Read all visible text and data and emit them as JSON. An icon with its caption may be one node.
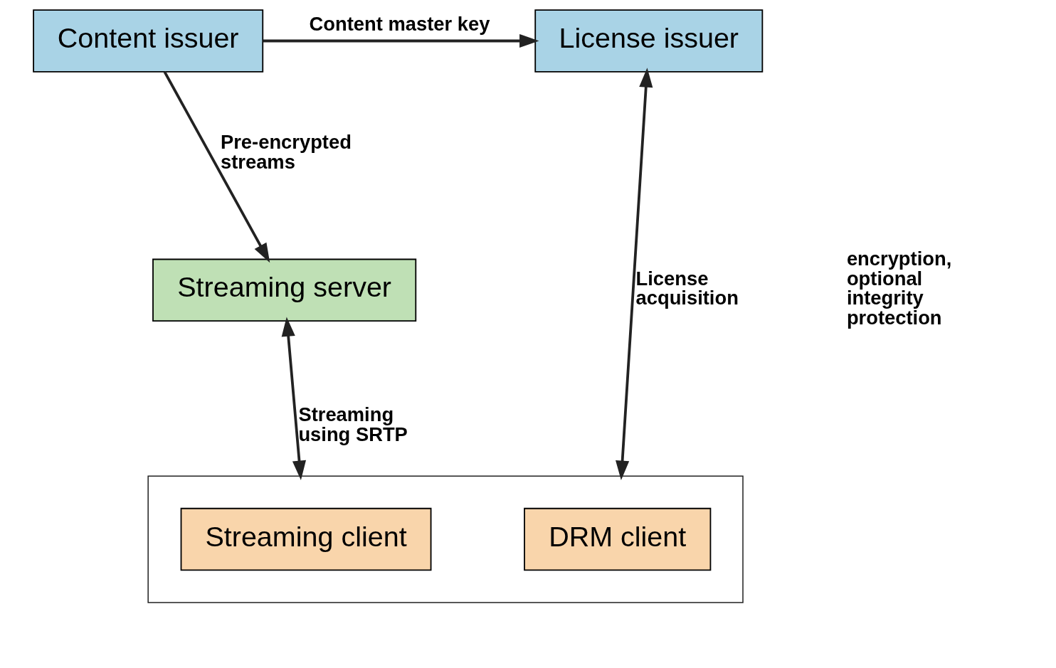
{
  "diagram": {
    "nodes": [
      {
        "text": [
          "Content issuer"
        ]
      },
      {
        "text": [
          "License issuer"
        ]
      },
      {
        "text": [
          "Streaming server"
        ]
      },
      {
        "text": [],
        "shape": "box"
      },
      {
        "text": [
          "Streaming client"
        ],
        "in": 3
      },
      {
        "text": [
          "DRM client"
        ],
        "in": 3
      }
    ],
    "edges": [
      {
        "from": 0,
        "to": 1,
        "arrow": "to",
        "label": "Content master key"
      },
      {
        "from": 0,
        "to": 2,
        "arrow": "to",
        "label": "Pre-encrypted streams"
      },
      {
        "from": 1,
        "to": 3,
        "arrow": "both",
        "label": "License acquisition"
      },
      {
        "from": 2,
        "to": 3,
        "arrow": "both",
        "label": "Streaming using SRTP"
      }
    ],
    "labels": [
      "encryption, optional integrity protection"
    ]
  }
}
